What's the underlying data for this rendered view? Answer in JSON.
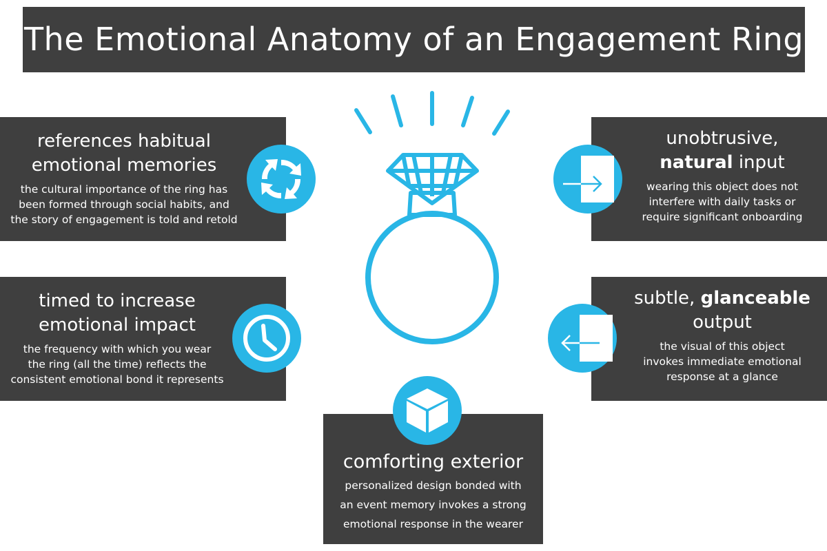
{
  "title": "The Emotional Anatomy of an Engagement Ring",
  "colors": {
    "accent": "#29b6e6",
    "panel": "#3f3f3f",
    "text": "#ffffff"
  },
  "cards": {
    "top_left": {
      "icon": "refresh-cycle-icon",
      "heading_line1": "references habitual",
      "heading_line2": "emotional memories",
      "desc_line1": "the cultural importance of the ring has",
      "desc_line2": "been formed through social habits, and",
      "desc_line3": "the story of engagement is told and retold"
    },
    "bottom_left": {
      "icon": "clock-icon",
      "heading_line1": "timed to increase",
      "heading_line2": "emotional impact",
      "desc_line1": "the frequency with which you wear",
      "desc_line2": "the ring (all the time) reflects the",
      "desc_line3": "consistent emotional bond it represents"
    },
    "top_right": {
      "icon": "input-arrow-icon",
      "heading_line1": "unobtrusive,",
      "heading_bold": "natural",
      "heading_rest": " input",
      "desc_line1": "wearing this object does not",
      "desc_line2": "interfere with daily tasks or",
      "desc_line3": "require significant onboarding"
    },
    "bottom_right": {
      "icon": "output-arrow-icon",
      "heading_pre": "subtle, ",
      "heading_bold": "glanceable",
      "heading_line2": "output",
      "desc_line1": "the visual of this object",
      "desc_line2": "invokes immediate emotional",
      "desc_line3": "response at a glance"
    },
    "bottom_center": {
      "icon": "cube-icon",
      "heading": "comforting exterior",
      "desc_line1": "personalized design bonded with",
      "desc_line2": "an event memory invokes a strong",
      "desc_line3": "emotional response in the wearer"
    }
  },
  "center_icon": "diamond-ring-icon"
}
